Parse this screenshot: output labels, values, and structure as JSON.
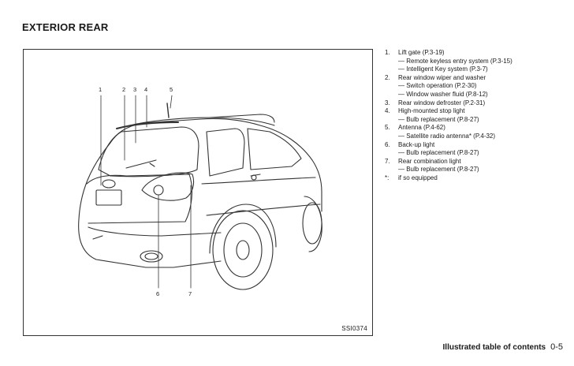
{
  "page": {
    "title": "EXTERIOR REAR",
    "figure_code": "SSI0374",
    "footer_title": "Illustrated table of contents",
    "page_number": "0-5"
  },
  "callouts": [
    "1",
    "2",
    "3",
    "4",
    "5",
    "6",
    "7"
  ],
  "legend": [
    {
      "num": "1.",
      "label": "Lift gate (P.3-19)",
      "subs": [
        "— Remote keyless entry system (P.3-15)",
        "— Intelligent Key system (P.3-7)"
      ]
    },
    {
      "num": "2.",
      "label": "Rear window wiper and washer",
      "subs": [
        "— Switch operation (P.2-30)",
        "— Window washer fluid (P.8-12)"
      ]
    },
    {
      "num": "3.",
      "label": "Rear window defroster (P.2-31)",
      "subs": []
    },
    {
      "num": "4.",
      "label": "High-mounted stop light",
      "subs": [
        "— Bulb replacement (P.8-27)"
      ]
    },
    {
      "num": "5.",
      "label": "Antenna (P.4-62)",
      "subs": [
        "— Satellite radio antenna* (P.4-32)"
      ]
    },
    {
      "num": "6.",
      "label": "Back-up light",
      "subs": [
        "— Bulb replacement (P.8-27)"
      ]
    },
    {
      "num": "7.",
      "label": "Rear combination light",
      "subs": [
        "— Bulb replacement (P.8-27)"
      ]
    },
    {
      "num": "*:",
      "label": "if so equipped",
      "subs": []
    }
  ]
}
